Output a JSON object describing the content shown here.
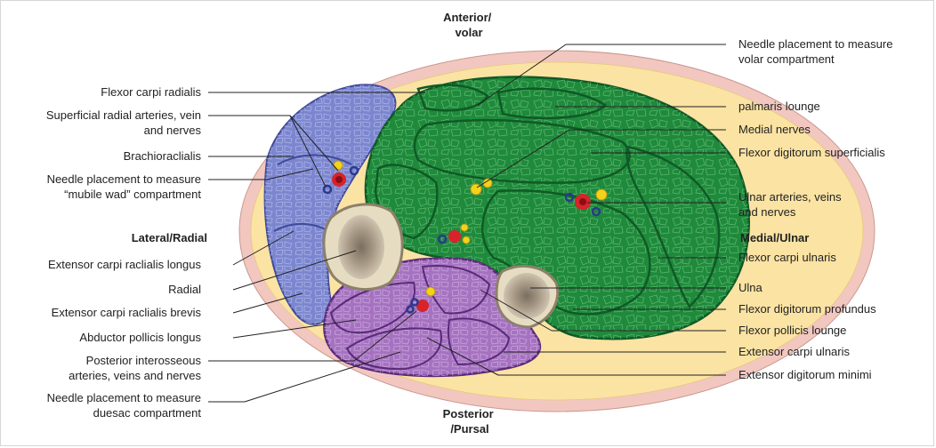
{
  "orientation": {
    "anterior": [
      "Anterior/",
      "volar"
    ],
    "posterior": [
      "Posterior",
      "/Pursal"
    ],
    "lateral": "Lateral/Radial",
    "medial": "Medial/Ulnar"
  },
  "labels_left": [
    [
      "Flexor carpi radialis"
    ],
    [
      "Superficial radial arteries, vein",
      "and nerves"
    ],
    [
      "Brachioraclialis"
    ],
    [
      "Needle placement to measure",
      "“mubile wad” compartment"
    ],
    [
      "Extensor carpi raclialis longus"
    ],
    [
      "Radial"
    ],
    [
      "Extensor carpi raclialis brevis"
    ],
    [
      "Abductor pollicis longus"
    ],
    [
      "Posterior interosseous",
      "arteries, veins and nerves"
    ],
    [
      "Needle placement to measure",
      "duesac compartment"
    ]
  ],
  "labels_right": [
    [
      "Needle placement to measure",
      "volar compartment"
    ],
    [
      "palmaris lounge"
    ],
    [
      "Medial nerves"
    ],
    [
      "Flexor digitorum superficialis"
    ],
    [
      "Ulnar arteries, veins",
      "and nerves"
    ],
    [
      "Flexor carpi ulnaris"
    ],
    [
      "Ulna"
    ],
    [
      "Flexor digitorum profundus"
    ],
    [
      "Flexor pollicis lounge"
    ],
    [
      "Extensor carpi ulnaris"
    ],
    [
      "Extensor digitorum minimi"
    ]
  ],
  "colors": {
    "skin": "#f2c7c0",
    "fat": "#fbe3a3",
    "volar_muscle": "#1f8a3c",
    "volar_outline": "#0f5a26",
    "mobile_wad_muscle": "#7b86cf",
    "dorsal_muscle": "#a572c0",
    "bone": "#cfc4a8",
    "artery": "#d8232a",
    "nerve": "#f3d21a",
    "vein": "#2a3a8c"
  }
}
